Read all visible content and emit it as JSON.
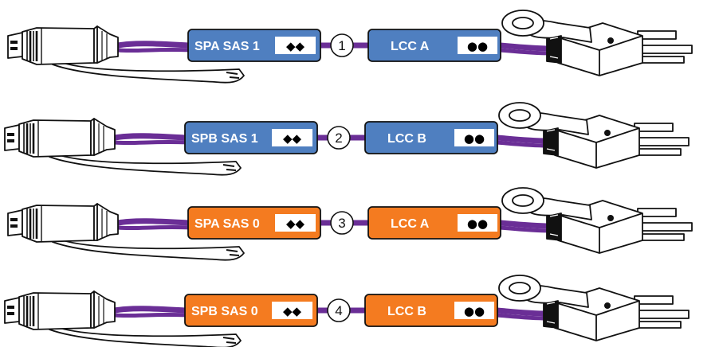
{
  "colors": {
    "cable": "#6a2e96",
    "blue_tag": "#4f7fc0",
    "orange_tag": "#f47b20",
    "outline": "#111111"
  },
  "cables": [
    {
      "number": "1",
      "left_label": "SPA  SAS 1",
      "left_marker": "◆◆",
      "right_label": "LCC A",
      "right_marker": "●●",
      "tag_color": "blue"
    },
    {
      "number": "2",
      "left_label": "SPB  SAS 1",
      "left_marker": "◆◆",
      "right_label": "LCC B",
      "right_marker": "●●",
      "tag_color": "blue"
    },
    {
      "number": "3",
      "left_label": "SPA  SAS 0",
      "left_marker": "◆◆",
      "right_label": "LCC A",
      "right_marker": "●●",
      "tag_color": "orange"
    },
    {
      "number": "4",
      "left_label": "SPB  SAS 0",
      "left_marker": "◆◆",
      "right_label": "LCC B",
      "right_marker": "●●",
      "tag_color": "orange"
    }
  ],
  "icons": {
    "left_connector": "mini-sas-hd-connector-icon",
    "right_connector": "mini-sas-pull-tab-connector-icon"
  }
}
